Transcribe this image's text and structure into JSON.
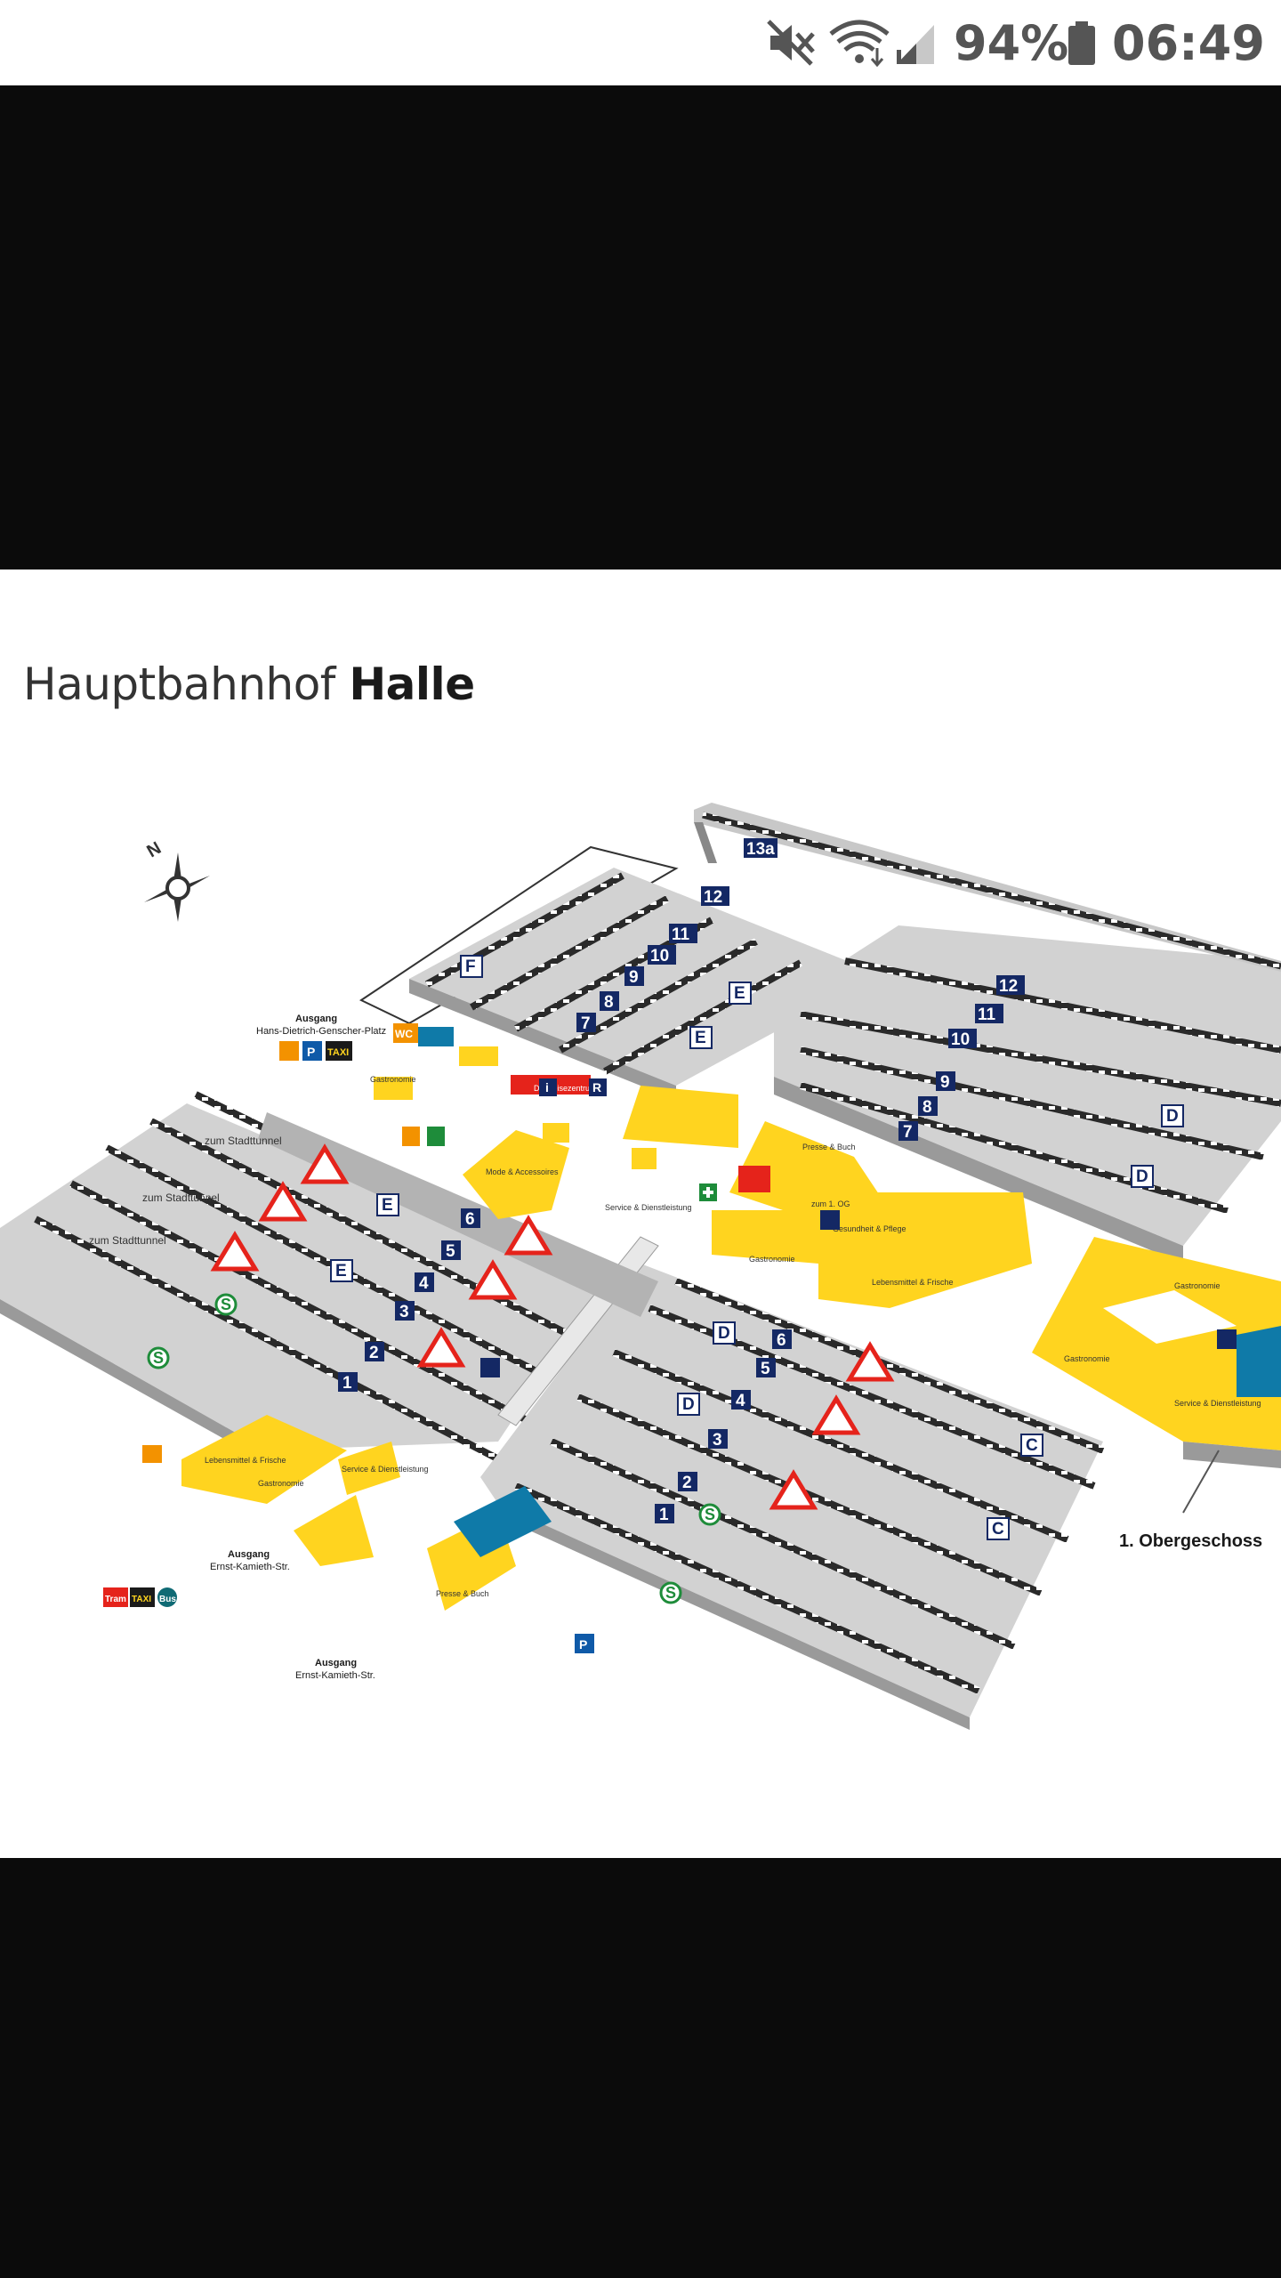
{
  "status_bar": {
    "battery_percent": "94%",
    "time": "06:49",
    "icons": [
      "mute-icon",
      "wifi-icon",
      "signal-icon",
      "battery-icon"
    ]
  },
  "map": {
    "title_light": "Hauptbahnhof",
    "title_bold": "Halle",
    "compass_label": "N",
    "floor_label": "1. Obergeschoss",
    "exits": [
      {
        "title": "Ausgang",
        "street": "Hans-Dietrich-Genscher-Platz"
      },
      {
        "title": "Ausgang",
        "street": "Ernst-Kamieth-Str."
      },
      {
        "title": "Ausgang",
        "street": "Ernst-Kamieth-Str."
      }
    ],
    "tunnel_labels": [
      "zum Stadttunnel",
      "zum Stadttunnel",
      "zum Stadttunnel"
    ],
    "transport": {
      "tram": "Tram",
      "taxi": "TAXI",
      "bus": "Bus",
      "parking": "P",
      "wc": "WC",
      "sbahn": "S",
      "info": "i",
      "reisezentrum": "R"
    },
    "shops": {
      "gastronomie": "Gastronomie",
      "lebensmittel": "Lebensmittel & Frische",
      "service": "Service & Dienstleistung",
      "presse": "Presse & Buch",
      "gesundheit": "Gesundheit & Pflege",
      "mode": "Mode & Accessoires",
      "reisezentrum": "DB Reisezentrum",
      "stairs_up": "zum 1. OG"
    },
    "platforms_north_left": [
      "7",
      "8",
      "9",
      "10",
      "11",
      "12",
      "13a"
    ],
    "platforms_north_right": [
      "7",
      "8",
      "9",
      "10",
      "11",
      "12"
    ],
    "platforms_south_left": [
      "1",
      "2",
      "3",
      "4",
      "5",
      "6"
    ],
    "platforms_south_right": [
      "1",
      "2",
      "3",
      "4",
      "5",
      "6"
    ],
    "sectors": [
      "C",
      "C",
      "D",
      "D",
      "D",
      "D",
      "E",
      "E",
      "E",
      "E",
      "F"
    ]
  }
}
